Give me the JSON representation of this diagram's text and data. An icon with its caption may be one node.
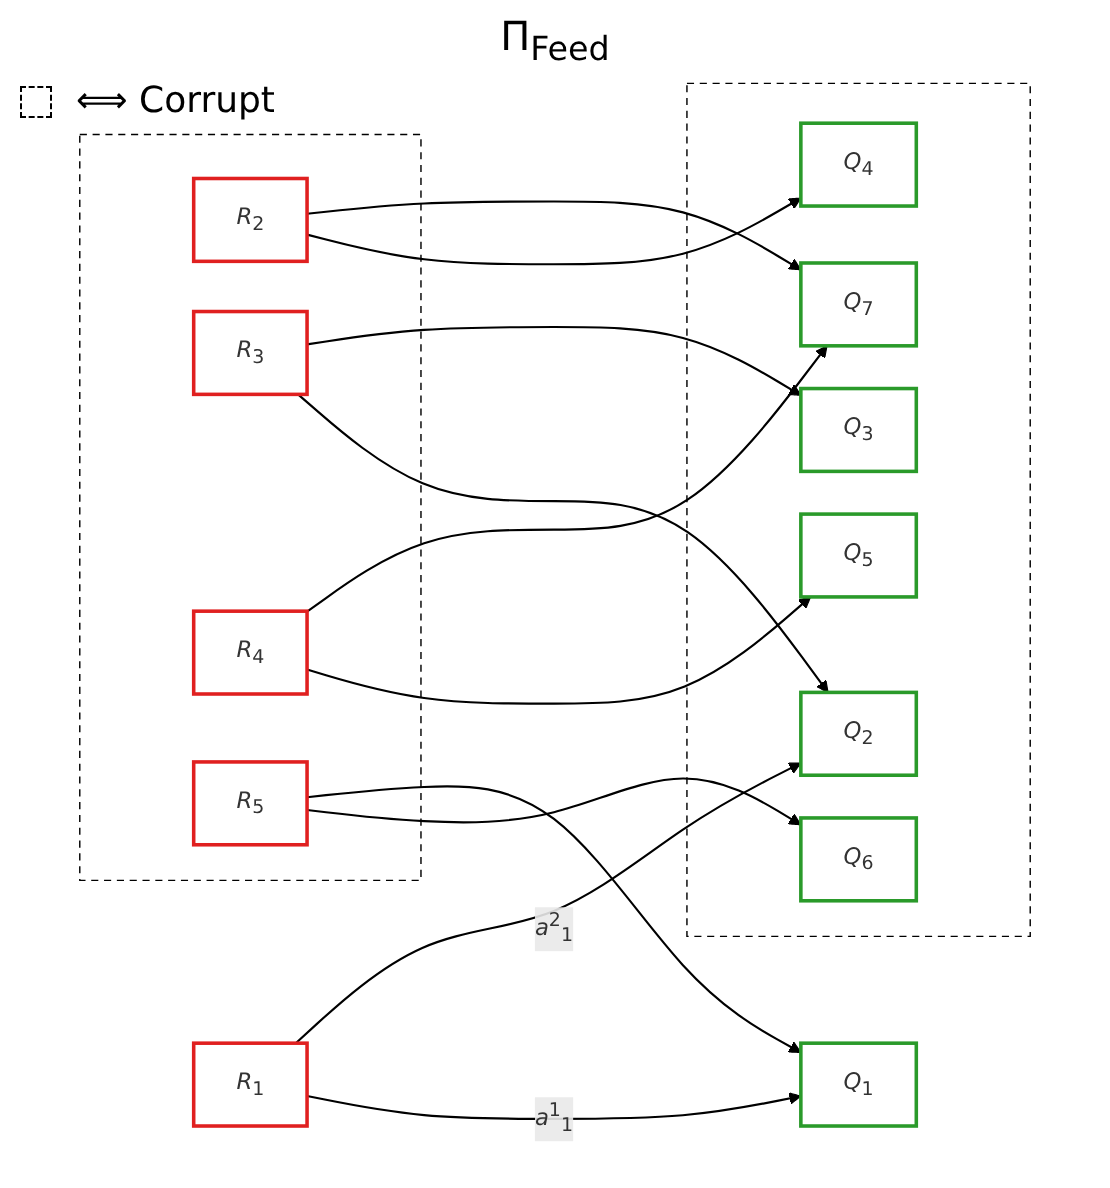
{
  "diagram": {
    "title": "Π$_{Feed}$",
    "nodes": [
      {
        "text": [
          "*R*$_{1}$"
        ]
      },
      {
        "text": [],
        "shape": "box"
      },
      {
        "text": [
          "*R*$_{2}$"
        ],
        "in": 1
      },
      {
        "text": [
          "*R*$_{3}$"
        ],
        "in": 1
      },
      {
        "text": [
          "*R*$_{4}$"
        ],
        "in": 1
      },
      {
        "text": [
          "*R*$_{5}$"
        ],
        "in": 1
      },
      {
        "text": [
          "*Q*$_{1}$"
        ]
      },
      {
        "text": [],
        "shape": "box"
      },
      {
        "text": [
          "*Q*$_{2}$"
        ],
        "in": 7
      },
      {
        "text": [
          "*Q*$_{3}$"
        ],
        "in": 7
      },
      {
        "text": [
          "*Q*$_{4}$"
        ],
        "in": 7
      },
      {
        "text": [
          "*Q*$_{5}$"
        ],
        "in": 7
      },
      {
        "text": [
          "*Q*$_{6}$"
        ],
        "in": 7
      },
      {
        "text": [
          "*Q*$_{7}$"
        ],
        "in": 7
      }
    ],
    "edges": [
      {
        "from": 0,
        "to": 6,
        "arrow": "to",
        "label": "*a*$^{1}$$_{1}$"
      },
      {
        "from": 0,
        "to": 8,
        "arrow": "to",
        "label": "*a*$^{2}$$_{1}$"
      },
      {
        "from": 2,
        "to": 10,
        "arrow": "to"
      },
      {
        "from": 2,
        "to": 13,
        "arrow": "to"
      },
      {
        "from": 3,
        "to": 8,
        "arrow": "to"
      },
      {
        "from": 3,
        "to": 9,
        "arrow": "to"
      },
      {
        "from": 4,
        "to": 11,
        "arrow": "to"
      },
      {
        "from": 4,
        "to": 13,
        "arrow": "to"
      },
      {
        "from": 5,
        "to": 12,
        "arrow": "to"
      },
      {
        "from": 5,
        "to": 6,
        "arrow": "to"
      }
    ],
    "legend": [
      {
        "text": "⟺ Corrupt"
      }
    ]
  }
}
